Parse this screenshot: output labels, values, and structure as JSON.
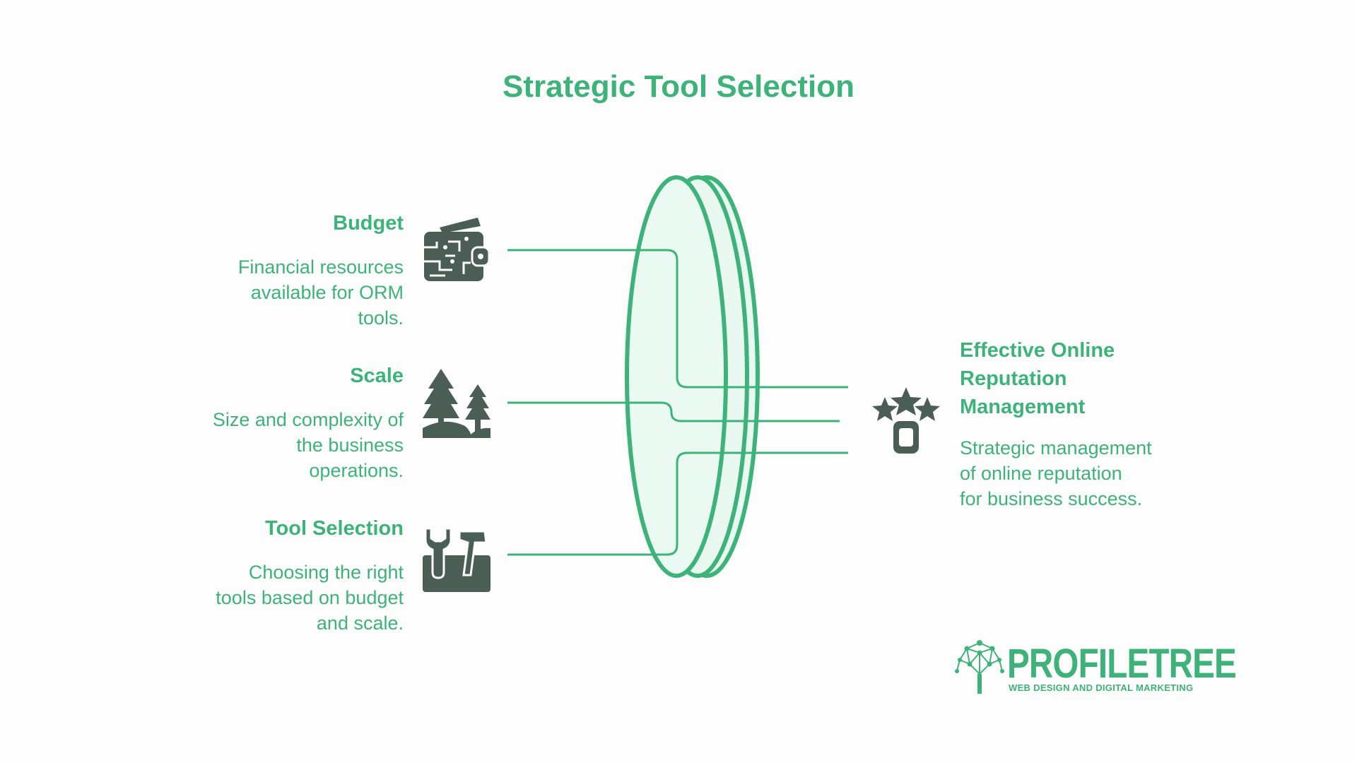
{
  "title": "Strategic Tool Selection",
  "items": [
    {
      "title": "Budget",
      "description": [
        "Financial resources",
        "available for ORM",
        "tools."
      ],
      "icon": "wallet-icon"
    },
    {
      "title": "Scale",
      "description": [
        "Size and complexity of",
        "the business",
        "operations."
      ],
      "icon": "landscape-trees-icon"
    },
    {
      "title": "Tool Selection",
      "description": [
        "Choosing the right",
        "tools based on budget",
        "and scale."
      ],
      "icon": "tools-icon"
    }
  ],
  "outcome": {
    "title": [
      "Effective Online",
      "Reputation",
      "Management"
    ],
    "description": [
      "Strategic management",
      "of online reputation",
      "for business success."
    ],
    "icon": "star-rating-phone-icon"
  },
  "logo": {
    "name_bold": "PROFILE",
    "name_rest": "TREE",
    "tagline": "WEB DESIGN AND DIGITAL MARKETING",
    "icon": "tree-network-icon"
  },
  "colors": {
    "accent": "#3db37a",
    "icon": "#4b5e55",
    "lens_fill": "#e9f8f0"
  }
}
